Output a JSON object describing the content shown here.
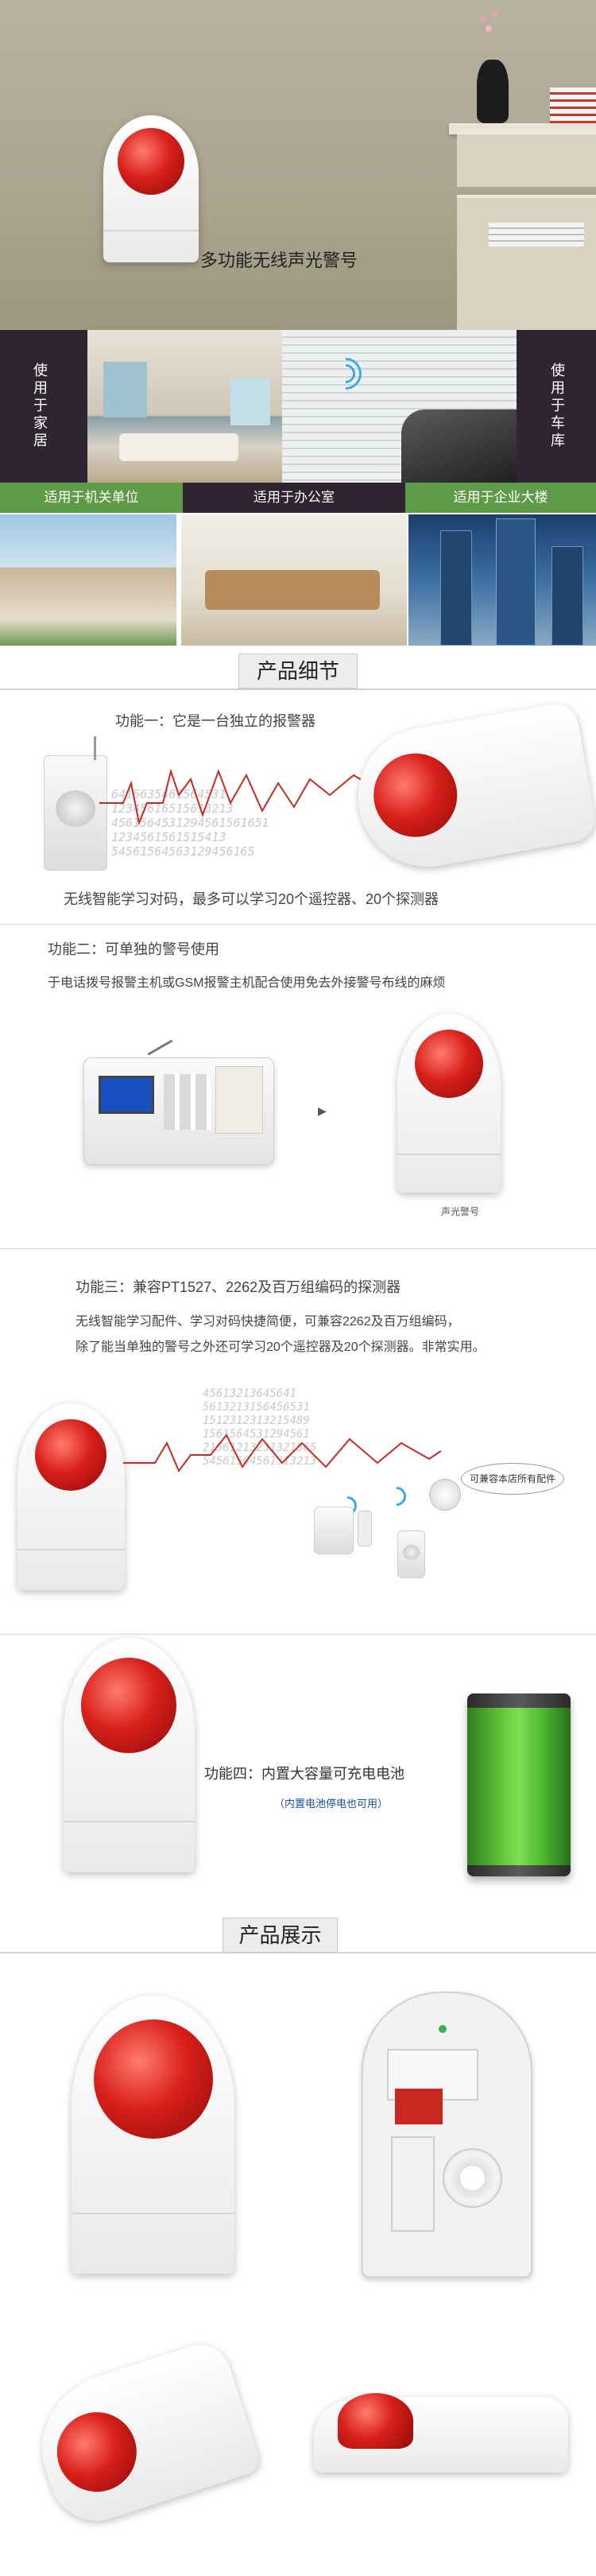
{
  "hero": {
    "title": "多功能无线声光警号"
  },
  "usage": {
    "left_label": "使用于家居",
    "right_label": "使用于车库",
    "bars": [
      "适用于机关单位",
      "适用于办公室",
      "适用于企业大楼"
    ]
  },
  "details": {
    "heading": "产品细节",
    "f1_title": "功能一：它是一台独立的报警器",
    "f1_caption": "无线智能学习对码，最多可以学习20个遥控器、20个探测器",
    "f2_title": "功能二：可单独的警号使用",
    "f2_desc": "于电话拨号报警主机或GSM报警主机配合使用免去外接警号布线的麻烦",
    "f2_siren_label": "声光警号",
    "f3_title": "功能三：兼容PT1527、2262及百万组编码的探测器",
    "f3_line1": "无线智能学习配件、学习对码快捷简便，可兼容2262及百万组编码，",
    "f3_line2": "除了能当单独的警号之外还可学习20个遥控器及20个探测器。非常实用。",
    "f3_bubble": "可兼容本店所有配件",
    "f4_title": "功能四：内置大容量可充电电池",
    "f4_note": "（内置电池停电也可用）"
  },
  "display": {
    "heading": "产品展示"
  },
  "colors": {
    "accent": "#d81f1a",
    "bar_green": "#5f9a46",
    "bar_dark": "#2f2530",
    "battery": "#4ab32e"
  }
}
